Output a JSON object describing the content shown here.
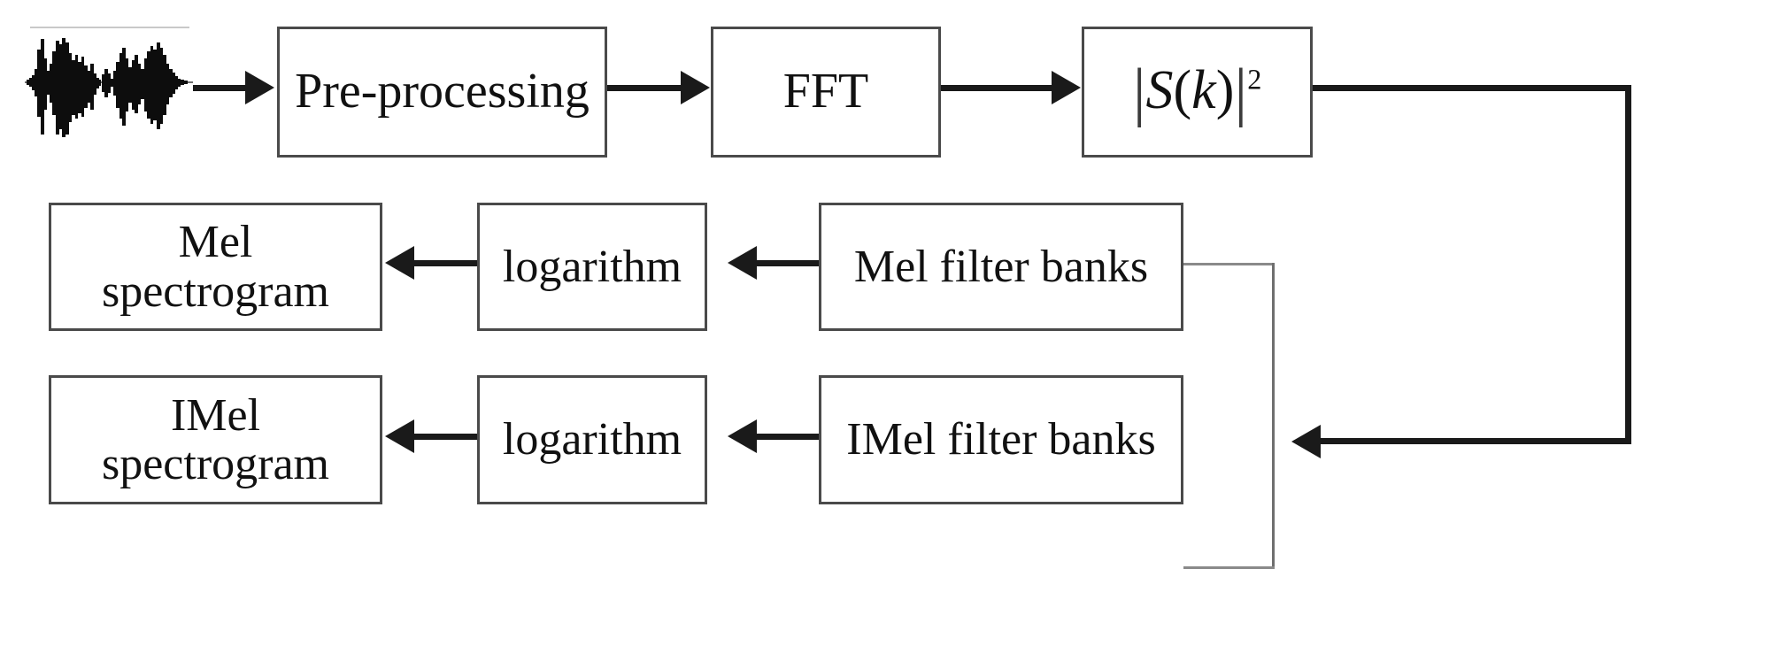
{
  "diagram": {
    "title": "Mel and IMel spectrogram extraction pipeline",
    "type": "flowchart",
    "background_color": "#ffffff",
    "line_color": "#1a1a1a",
    "thin_line_color": "#8a8a8a",
    "box_border_color": "#4a4a4a",
    "text_color": "#111111"
  },
  "nodes": {
    "waveform": {
      "name": "speech-waveform",
      "label": ""
    },
    "preprocessing": {
      "label": "Pre-processing"
    },
    "fft": {
      "label": "FFT"
    },
    "power_spectrum": {
      "label": "|S(k)|^2",
      "bar_open": "|",
      "symbol": "S",
      "paren_open": "(",
      "variable": "k",
      "paren_close": ")",
      "bar_close": "|",
      "exponent": "2"
    },
    "mel_filter_banks": {
      "label": "Mel filter banks"
    },
    "mel_logarithm": {
      "label": "logarithm"
    },
    "mel_spectrogram": {
      "label": "Mel\nspectrogram"
    },
    "imel_filter_banks": {
      "label": "IMel filter banks"
    },
    "imel_logarithm": {
      "label": "logarithm"
    },
    "imel_spectrogram": {
      "label": "IMel\nspectrogram"
    }
  },
  "edges": [
    {
      "from": "waveform",
      "to": "preprocessing",
      "direction": "right"
    },
    {
      "from": "preprocessing",
      "to": "fft",
      "direction": "right"
    },
    {
      "from": "fft",
      "to": "power_spectrum",
      "direction": "right"
    },
    {
      "from": "power_spectrum",
      "to": "filter-bank-bus",
      "direction": "right-down-left"
    },
    {
      "from": "filter-bank-bus",
      "to": "mel_filter_banks",
      "direction": "left"
    },
    {
      "from": "filter-bank-bus",
      "to": "imel_filter_banks",
      "direction": "left"
    },
    {
      "from": "mel_filter_banks",
      "to": "mel_logarithm",
      "direction": "left"
    },
    {
      "from": "mel_logarithm",
      "to": "mel_spectrogram",
      "direction": "left"
    },
    {
      "from": "imel_filter_banks",
      "to": "imel_logarithm",
      "direction": "left"
    },
    {
      "from": "imel_logarithm",
      "to": "imel_spectrogram",
      "direction": "left"
    }
  ]
}
